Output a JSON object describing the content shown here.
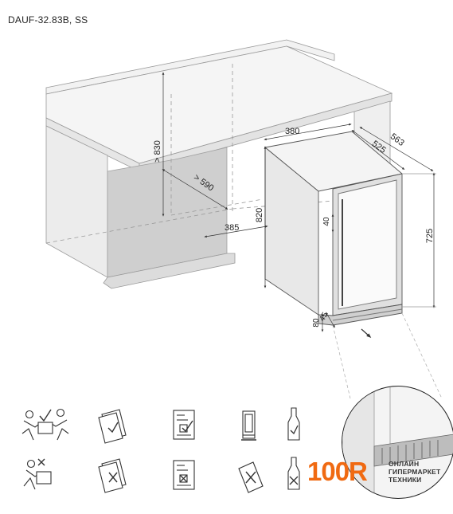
{
  "header": {
    "model": "DAUF-32.83B, SS"
  },
  "dimensions": {
    "counter_height": "> 830",
    "niche_depth": "> 590",
    "niche_width": "385",
    "niche_height": "820",
    "unit_width": "380",
    "unit_depth": "525",
    "unit_depth_door": "563",
    "unit_height": "725",
    "door_gap": "40",
    "plinth_height": "80",
    "plinth_depth": "45"
  },
  "icons": {
    "row1": [
      "two-person-lift-icon",
      "manual-check-icon",
      "checklist-icon",
      "upright-cabinet-icon",
      "upright-bottle-icon"
    ],
    "row2": [
      "one-person-lift-icon",
      "manual-cross-icon",
      "checklist-cross-icon",
      "tilted-cabinet-icon",
      "tilted-bottle-icon"
    ]
  },
  "brand": {
    "logo": "100R",
    "line1": "ОНЛАЙН",
    "line2": "ГИПЕРМАРКЕТ",
    "line3": "ТЕХНИКИ",
    "color": "#f06a12"
  }
}
